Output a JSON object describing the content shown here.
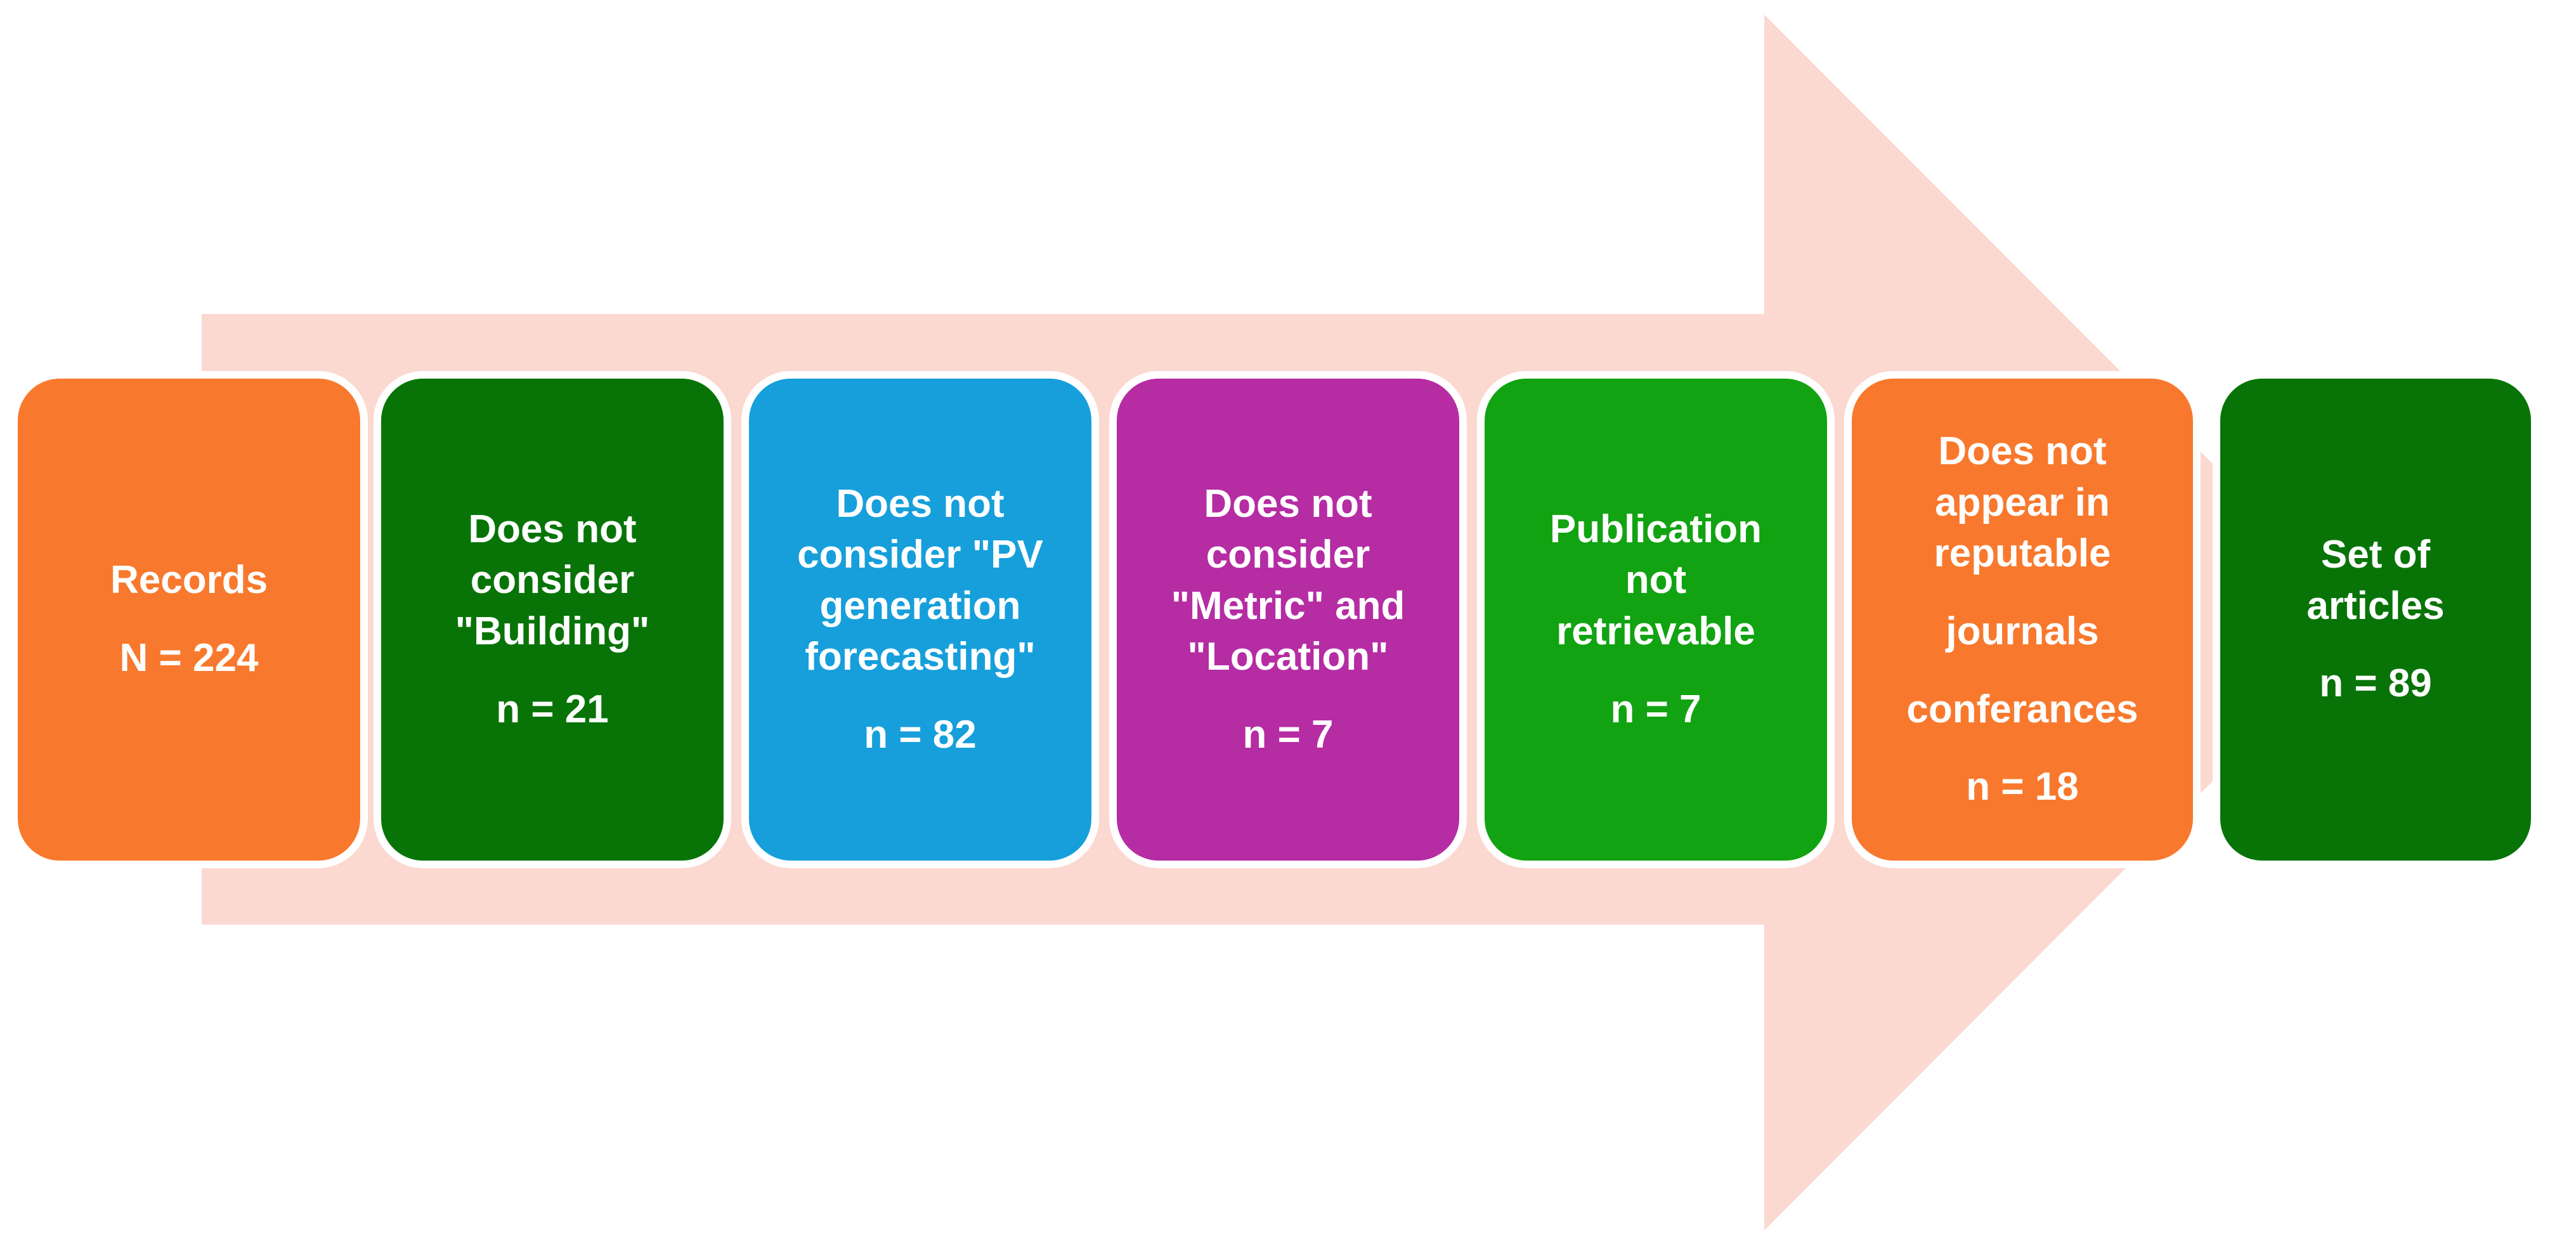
{
  "page": {
    "background_color": "#FFFFFF",
    "description_arrow_direction": "right"
  },
  "arrow": {
    "color": "#FBD8D0"
  },
  "boxes": [
    {
      "name": "records",
      "color": "#F8792D",
      "text_paragraphs": [
        "Records"
      ],
      "count": "N = 224"
    },
    {
      "name": "does-not-consider-building",
      "color": "#087408",
      "text_paragraphs": [
        "Does not\nconsider\n\"Building\""
      ],
      "count": "n = 21"
    },
    {
      "name": "does-not-consider-pv-generation-forecasting",
      "color": "#169FDB",
      "text_paragraphs": [
        "Does not\nconsider \"PV\ngeneration\nforecasting\""
      ],
      "count": "n = 82"
    },
    {
      "name": "does-not-consider-metric-and-location",
      "color": "#B52CA3",
      "text_paragraphs": [
        "Does not\nconsider\n\"Metric\" and\n\"Location\""
      ],
      "count": "n = 7"
    },
    {
      "name": "publication-not-retrievable",
      "color": "#12A312",
      "text_paragraphs": [
        "Publication\nnot\nretrievable"
      ],
      "count": "n = 7"
    },
    {
      "name": "does-not-appear-in-reputable-journals-conferances",
      "color": "#F8792D",
      "text_paragraphs": [
        "Does not\nappear in\nreputable",
        "journals",
        "conferances"
      ],
      "count": "n = 18"
    },
    {
      "name": "set-of-articles",
      "color": "#087408",
      "text_paragraphs": [
        "Set of\narticles"
      ],
      "count": "n = 89"
    }
  ]
}
